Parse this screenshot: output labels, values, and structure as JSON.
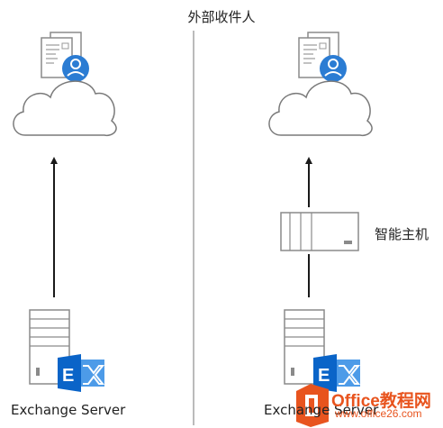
{
  "diagram": {
    "title": "外部收件人",
    "left_server_label": "Exchange Server",
    "right_server_label": "Exchange Server",
    "smart_host_label": "智能主机"
  },
  "watermark": {
    "brand": "Office教程网",
    "url": "www.office26.com"
  },
  "colors": {
    "line": "#1a1a1a",
    "cloud_stroke": "#7a7a7a",
    "outline_gray": "#8a8a8a",
    "user_blue": "#2b7cd3",
    "exchange_blue": "#0a64c8",
    "office_orange": "#e8541e"
  },
  "icons": [
    "mail-recipient-icon",
    "cloud-icon",
    "server-icon",
    "exchange-logo-icon",
    "smart-host-icon",
    "office-logo-icon"
  ]
}
